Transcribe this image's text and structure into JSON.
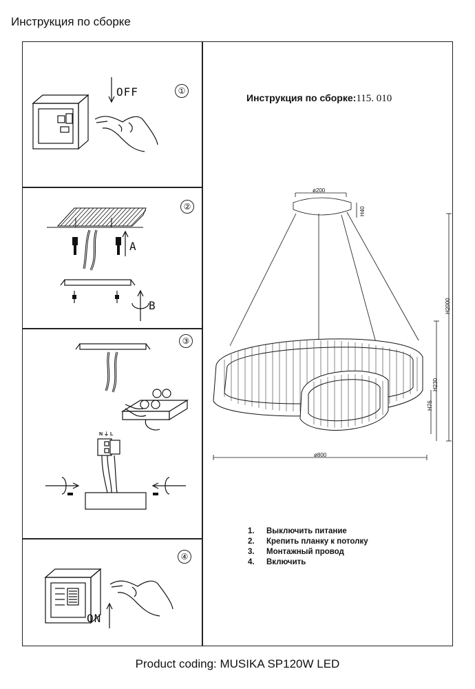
{
  "page_title": "Инструкция по сборке",
  "heading": {
    "text": "Инструкция по сборке:",
    "code": "115. 010"
  },
  "panels": [
    {
      "number": "①",
      "switch_label": "OFF"
    },
    {
      "number": "②",
      "arrow_a_label": "A",
      "arrow_b_label": "B"
    },
    {
      "number": "③"
    },
    {
      "number": "④",
      "switch_label": "ON"
    }
  ],
  "terminal_labels": {
    "n": "N",
    "pe": "⏚",
    "l": "L"
  },
  "dimensions": {
    "canopy_diameter": "ø200",
    "canopy_height": "H40",
    "total_height": "H2000",
    "ring_height": "H230",
    "ring_gap": "H76",
    "ring_diameter": "ø800"
  },
  "steps": [
    {
      "n": "1.",
      "text": "Выключить питание"
    },
    {
      "n": "2.",
      "text": "Крепить планку к потолку"
    },
    {
      "n": "3.",
      "text": "Монтажный провод"
    },
    {
      "n": "4.",
      "text": "Включить"
    }
  ],
  "footer": "Product coding: MUSIKA SP120W LED"
}
